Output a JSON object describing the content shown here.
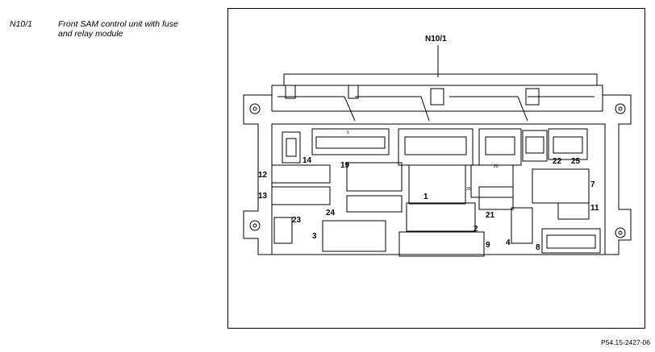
{
  "legend": {
    "code": "N10/1",
    "description_line1": "Front SAM control unit with fuse",
    "description_line2": "and relay module"
  },
  "figure_ref": "P54.15-2427-06",
  "diagram": {
    "callout": "N10/1",
    "labels": {
      "l1": "1",
      "l2": "2",
      "l3": "3",
      "l4": "4",
      "l5": "5",
      "l7": "7",
      "l8": "8",
      "l9": "9",
      "l11": "11",
      "l12": "12",
      "l13": "13",
      "l14": "14",
      "l19": "19",
      "l20": "20",
      "l21": "21",
      "l22": "22",
      "l23": "23",
      "l24": "24",
      "l25": "25",
      "l26": "26"
    }
  }
}
